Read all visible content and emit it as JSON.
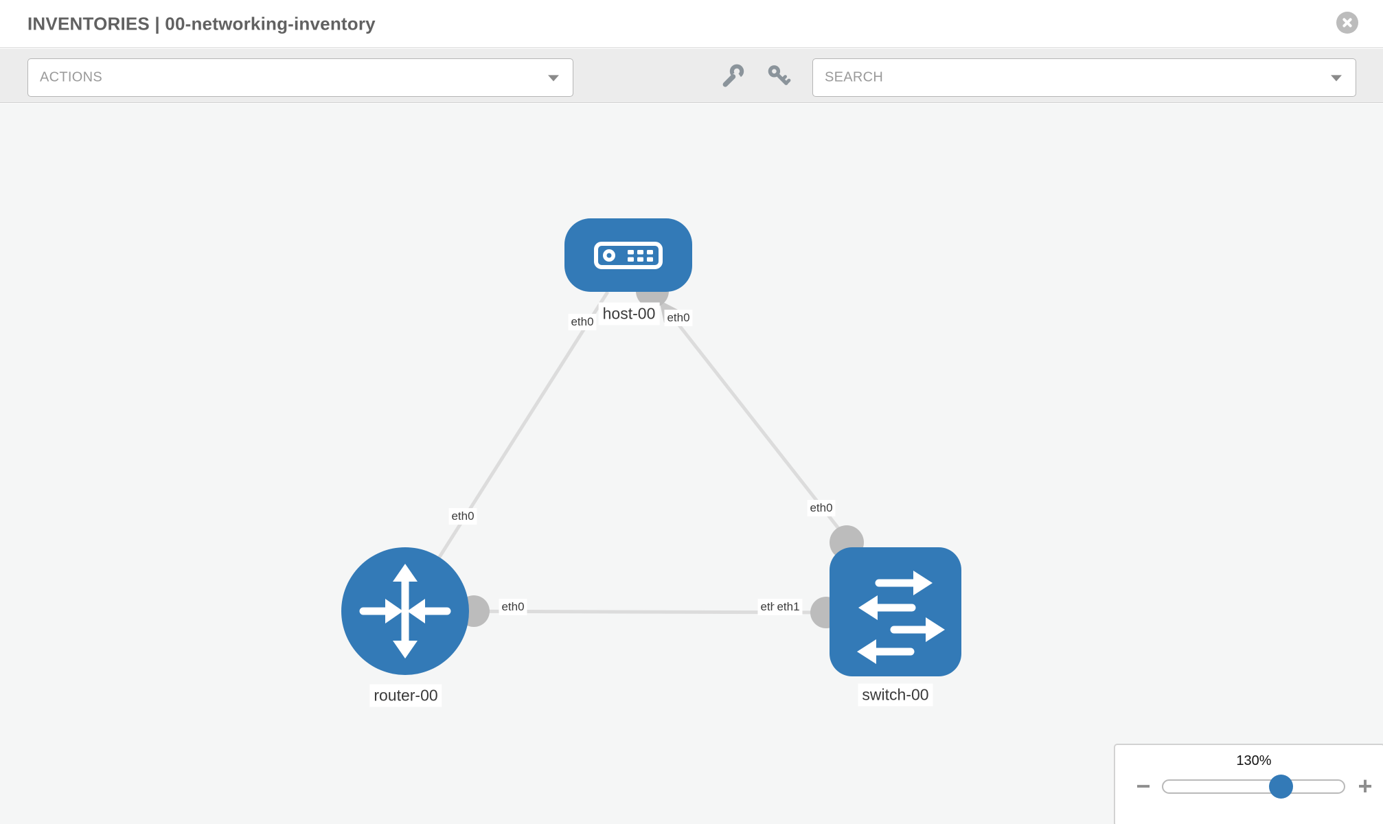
{
  "header": {
    "title": "INVENTORIES | 00-networking-inventory"
  },
  "toolbar": {
    "actions_label": "ACTIONS",
    "search_label": "SEARCH",
    "icons": [
      "wrench-icon",
      "key-icon"
    ]
  },
  "topology": {
    "nodes": [
      {
        "label": "host-00",
        "type": "host"
      },
      {
        "label": "router-00",
        "type": "router"
      },
      {
        "label": "switch-00",
        "type": "switch"
      }
    ],
    "links": [
      {
        "from": "host-00",
        "to": "router-00",
        "from_if": "eth0",
        "to_if": "eth0"
      },
      {
        "from": "host-00",
        "to": "switch-00",
        "from_if": "eth0",
        "to_if": "eth0"
      },
      {
        "from": "router-00",
        "to": "switch-00",
        "from_if": "eth0",
        "to_if": "eth1"
      }
    ],
    "if_labels": {
      "host_end_router_link": "eth0",
      "host_end_switch_link": "eth0",
      "router_end_host_link": "eth0",
      "switch_end_host_link": "eth0",
      "router_end_switch_link": "eth0",
      "switch_end_router_link_under": "eth0",
      "switch_end_router_link": "eth1"
    },
    "colors": {
      "node_fill": "#337ab7",
      "link_stroke": "#dcdcdc",
      "endpoint_fill": "#bcbcbc",
      "label_text": "#3a3a3a"
    }
  },
  "zoom_control": {
    "percent": "130%",
    "minus": "−",
    "plus": "+"
  }
}
